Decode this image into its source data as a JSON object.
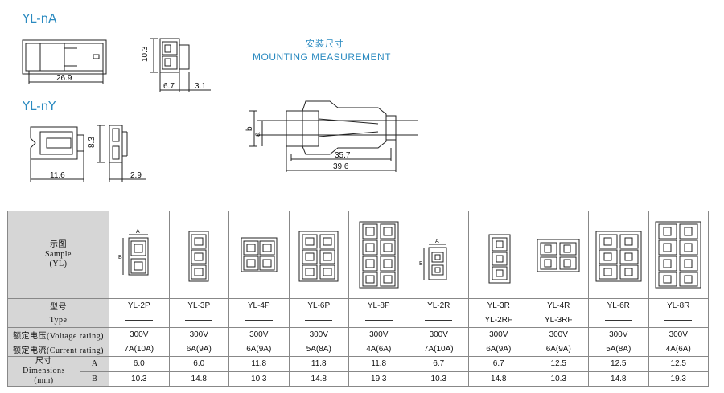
{
  "drawings": {
    "yl_na": {
      "title": "YL-nA",
      "dim_length": "26.9",
      "dim_height": "10.3",
      "dim_width": "6.7",
      "dim_offset": "3.1"
    },
    "yl_ny": {
      "title": "YL-nY",
      "dim_length": "11.6",
      "dim_height": "8.3",
      "dim_offset": "2.9"
    },
    "mounting": {
      "title_cn": "安装尺寸",
      "title_en": "MOUNTING MEASUREMENT",
      "dim_inner": "35.7",
      "dim_outer": "39.6",
      "label_a": "a",
      "label_b": "b"
    }
  },
  "table": {
    "row_headers": {
      "sample": [
        "示图",
        "Sample",
        "(YL)"
      ],
      "model": "型号",
      "type": "Type",
      "voltage": "额定电压(Voltage rating)",
      "current": "额定电流(Current rating)",
      "dimensions": [
        "尺寸",
        "Dimensions",
        "(mm)"
      ],
      "dim_a": "A",
      "dim_b": "B"
    },
    "sample_labels": {
      "a": "A",
      "b": "B"
    },
    "columns": [
      {
        "model": "YL-2P",
        "type": "",
        "voltage": "300V",
        "current": "7A(10A)",
        "A": "6.0",
        "B": "10.3",
        "icon": "plug-2p-icon"
      },
      {
        "model": "YL-3P",
        "type": "",
        "voltage": "300V",
        "current": "6A(9A)",
        "A": "6.0",
        "B": "14.8",
        "icon": "plug-3p-icon"
      },
      {
        "model": "YL-4P",
        "type": "",
        "voltage": "300V",
        "current": "6A(9A)",
        "A": "11.8",
        "B": "10.3",
        "icon": "plug-4p-icon"
      },
      {
        "model": "YL-6P",
        "type": "",
        "voltage": "300V",
        "current": "5A(8A)",
        "A": "11.8",
        "B": "14.8",
        "icon": "plug-6p-icon"
      },
      {
        "model": "YL-8P",
        "type": "",
        "voltage": "300V",
        "current": "4A(6A)",
        "A": "11.8",
        "B": "19.3",
        "icon": "plug-8p-icon"
      },
      {
        "model": "YL-2R",
        "type": "",
        "voltage": "300V",
        "current": "7A(10A)",
        "A": "6.7",
        "B": "10.3",
        "icon": "receptacle-2r-icon"
      },
      {
        "model": "YL-3R",
        "type": "YL-2RF",
        "voltage": "300V",
        "current": "6A(9A)",
        "A": "6.7",
        "B": "14.8",
        "icon": "receptacle-3r-icon"
      },
      {
        "model": "YL-4R",
        "type": "YL-3RF",
        "voltage": "300V",
        "current": "6A(9A)",
        "A": "12.5",
        "B": "10.3",
        "icon": "receptacle-4r-icon"
      },
      {
        "model": "YL-6R",
        "type": "",
        "voltage": "300V",
        "current": "5A(8A)",
        "A": "12.5",
        "B": "14.8",
        "icon": "receptacle-6r-icon"
      },
      {
        "model": "YL-8R",
        "type": "",
        "voltage": "300V",
        "current": "4A(6A)",
        "A": "12.5",
        "B": "19.3",
        "icon": "receptacle-8r-icon"
      }
    ]
  }
}
